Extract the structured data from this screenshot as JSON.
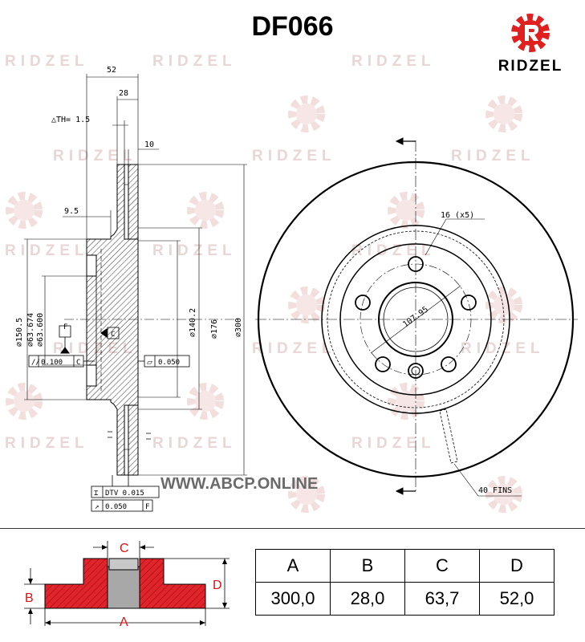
{
  "title": "DF066",
  "brand": {
    "name": "RIDZEL",
    "color": "#e02020"
  },
  "watermark": {
    "text": "RIDZEL"
  },
  "website": "WWW.ABCP.ONLINE",
  "drawing": {
    "dims": {
      "d52": "52",
      "d28": "28",
      "th": "△TH= 1.5",
      "d10": "10",
      "d95": "9.5",
      "d1505": "⌀150.5",
      "d63674": "⌀63.674",
      "d63600": "⌀63.600",
      "d1402": "⌀140.2",
      "d176": "⌀176",
      "d300": "⌀300",
      "holes": "16 (x5)",
      "pcd": "107.95",
      "fins": "40 FINS",
      "datum_f": "F",
      "datum_c": "C",
      "tol_par": "0.100",
      "tol_par_ref": "C",
      "tol_flat": "0.050",
      "tol_dtv": "DTV 0.015",
      "tol_run": "0.050",
      "tol_run_ref": "F"
    }
  },
  "legend": {
    "labels": {
      "a": "A",
      "b": "B",
      "c": "C",
      "d": "D"
    },
    "colors": {
      "fill": "#e0242c",
      "hub": "#a8a8a8"
    }
  },
  "spec_table": {
    "headers": [
      "A",
      "B",
      "C",
      "D"
    ],
    "values": [
      "300,0",
      "28,0",
      "63,7",
      "52,0"
    ]
  }
}
